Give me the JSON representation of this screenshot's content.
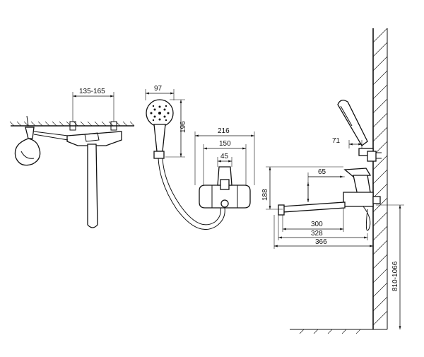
{
  "dimensions": {
    "top_mount_spacing": "135-165",
    "shower_head_width": "97",
    "shower_head_height": "196",
    "body_width": "216",
    "body_center_distance": "150",
    "body_inner": "45",
    "handle_offset": "71",
    "spout_height_offset": "65",
    "body_height": "188",
    "spout_length_300": "300",
    "spout_length_328": "328",
    "spout_length_366": "366",
    "mount_height_range": "810-1066"
  }
}
